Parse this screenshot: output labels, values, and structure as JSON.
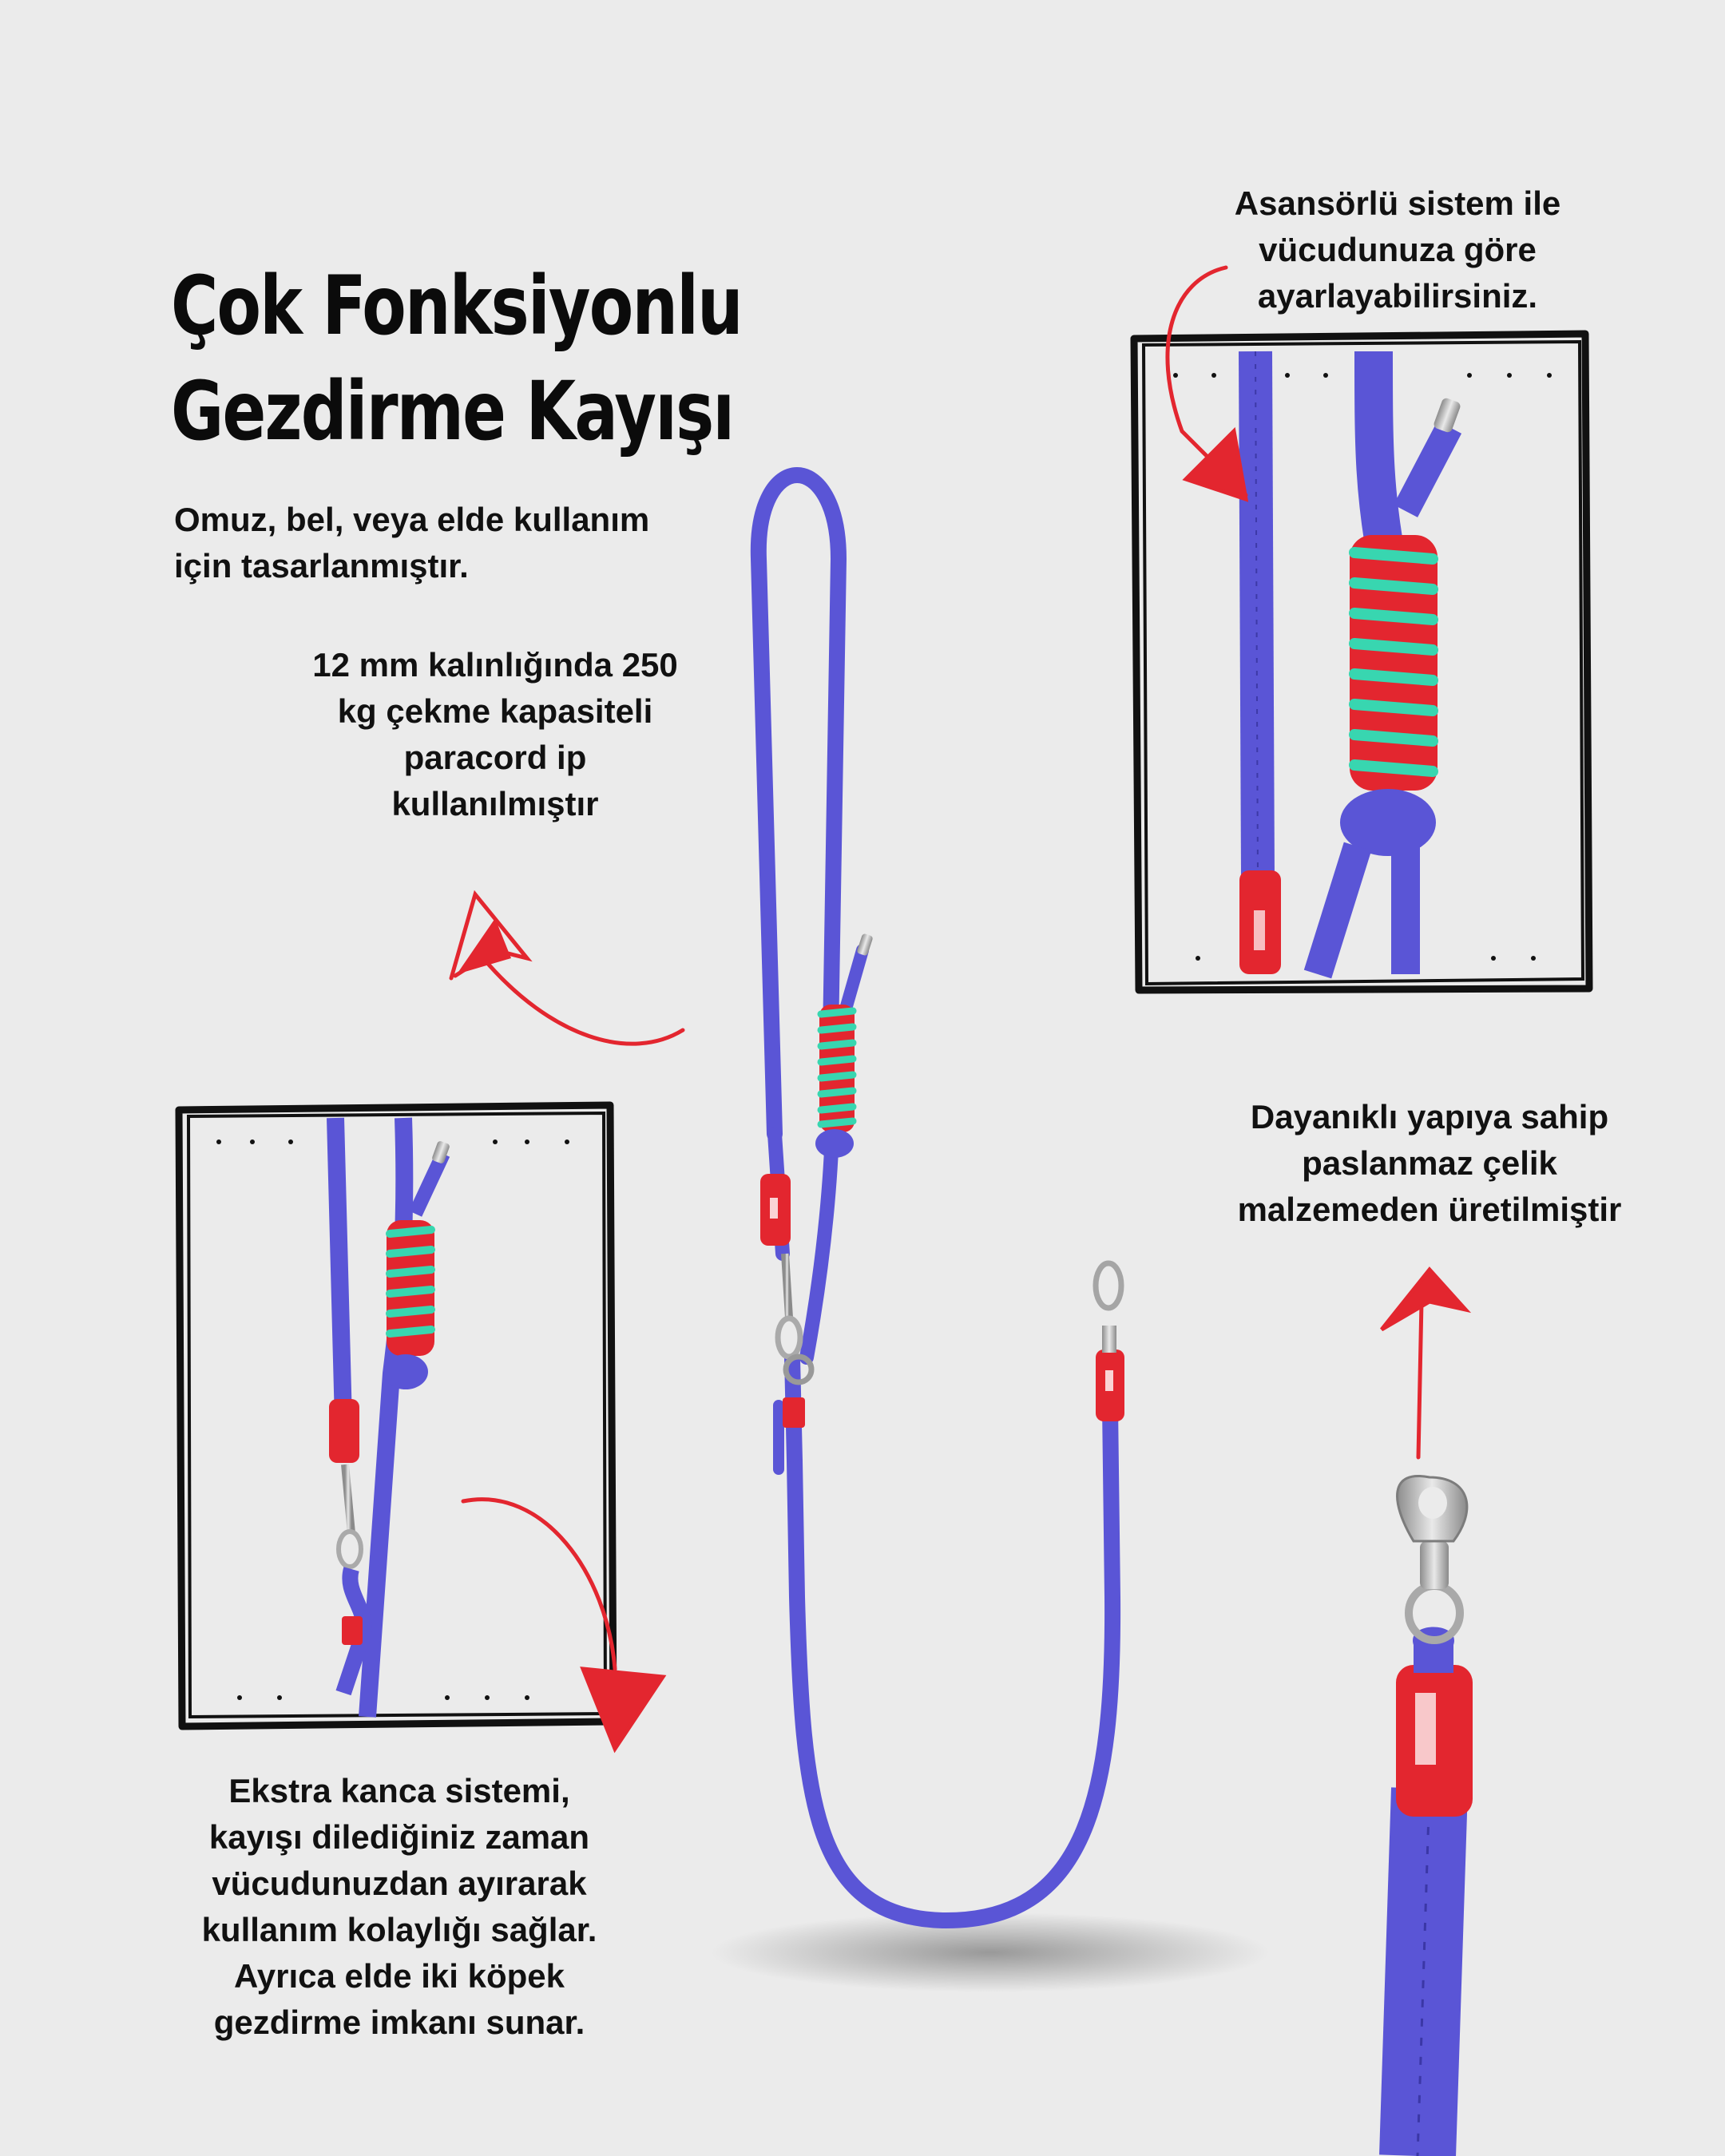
{
  "title": {
    "line1": "Çok Fonksiyonlu",
    "line2": "Gezdirme Kayışı"
  },
  "subtitle": {
    "line1": "Omuz, bel, veya elde kullanım",
    "line2": "için tasarlanmıştır."
  },
  "features": {
    "rope": {
      "l1": "12 mm kalınlığında 250",
      "l2": "kg çekme kapasiteli",
      "l3": "paracord ip",
      "l4": "kullanılmıştır"
    },
    "elevator": {
      "l1": "Asansörlü sistem ile",
      "l2": "vücudunuza göre",
      "l3": "ayarlayabilirsiniz."
    },
    "steel": {
      "l1": "Dayanıklı yapıya sahip",
      "l2": "paslanmaz çelik",
      "l3": "malzemeden üretilmiştir"
    },
    "hook": {
      "l1": "Ekstra kanca sistemi,",
      "l2": "kayışı dilediğiniz zaman",
      "l3": "vücudunuzdan ayırarak",
      "l4": "kullanım kolaylığı sağlar.",
      "l5": "Ayrıca elde iki köpek",
      "l6": "gezdirme imkanı sunar."
    }
  },
  "colors": {
    "background": "#ebebeb",
    "rope": "#5a55d6",
    "accent_red": "#e3262f",
    "accent_teal": "#38d6b0",
    "frame": "#111111"
  },
  "icons": [
    "red-arrow-icon",
    "swivel-hook-icon",
    "leash-photo"
  ]
}
